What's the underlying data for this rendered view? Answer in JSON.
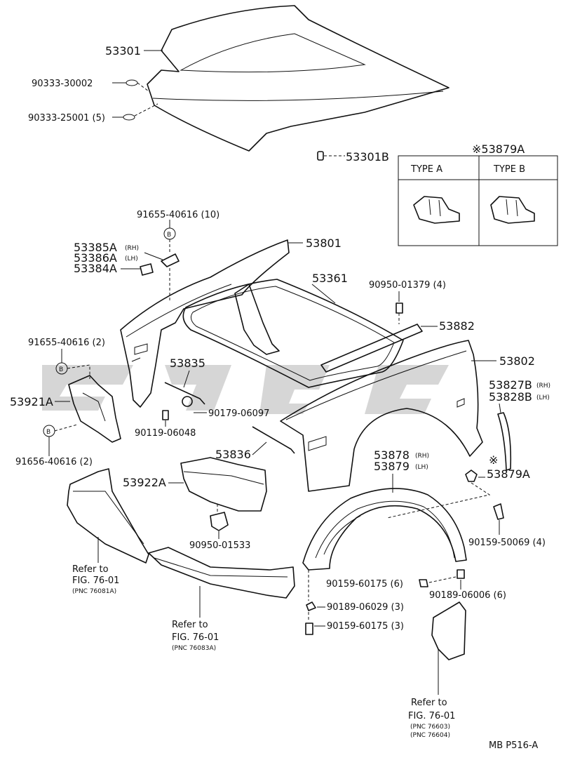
{
  "labels": {
    "p53301": "53301",
    "p90333_30002": "90333-30002",
    "p90333_25001": "90333-25001 (5)",
    "p53301B": "53301B",
    "p53879A_top": "※53879A",
    "typeA": "TYPE A",
    "typeB": "TYPE B",
    "p91655_40616_10": "91655-40616 (10)",
    "p53385A": "53385A",
    "p53385A_side": "(RH)",
    "p53386A": "53386A",
    "p53386A_side": "(LH)",
    "p53384A": "53384A",
    "p53801": "53801",
    "p53361": "53361",
    "p90950_01379": "90950-01379 (4)",
    "p53882": "53882",
    "p91655_40616_2": "91655-40616 (2)",
    "p53835": "53835",
    "p53802": "53802",
    "p53921A": "53921A",
    "p53827B": "53827B",
    "p53827B_side": "(RH)",
    "p53828B": "53828B",
    "p53828B_side": "(LH)",
    "p90179_06097": "90179-06097",
    "p90119_06048": "90119-06048",
    "p53836": "53836",
    "p91656_40616": "91656-40616 (2)",
    "p53878": "53878",
    "p53878_side": "(RH)",
    "p53879": "53879",
    "p53879_side": "(LH)",
    "mark": "※",
    "p53879A": "53879A",
    "p53922A": "53922A",
    "p90950_01533": "90950-01533",
    "p90159_50069": "90159-50069 (4)",
    "p90159_60175_6": "90159-60175 (6)",
    "p90189_06006": "90189-06006 (6)",
    "p90189_06029": "90189-06029 (3)",
    "p90159_60175_3": "90159-60175 (3)",
    "clip_B": "B"
  },
  "refs": {
    "r1_line1": "Refer to",
    "r1_line2": "FIG. 76-01",
    "r1_line3": "(PNC 76081A)",
    "r2_line1": "Refer to",
    "r2_line2": "FIG. 76-01",
    "r2_line3": "(PNC 76083A)",
    "r3_line1": "Refer to",
    "r3_line2": "FIG. 76-01",
    "r3_line3": "(PNC 76603)",
    "r3_line4": "(PNC 76604)"
  },
  "footer_code": "MB P516-A"
}
